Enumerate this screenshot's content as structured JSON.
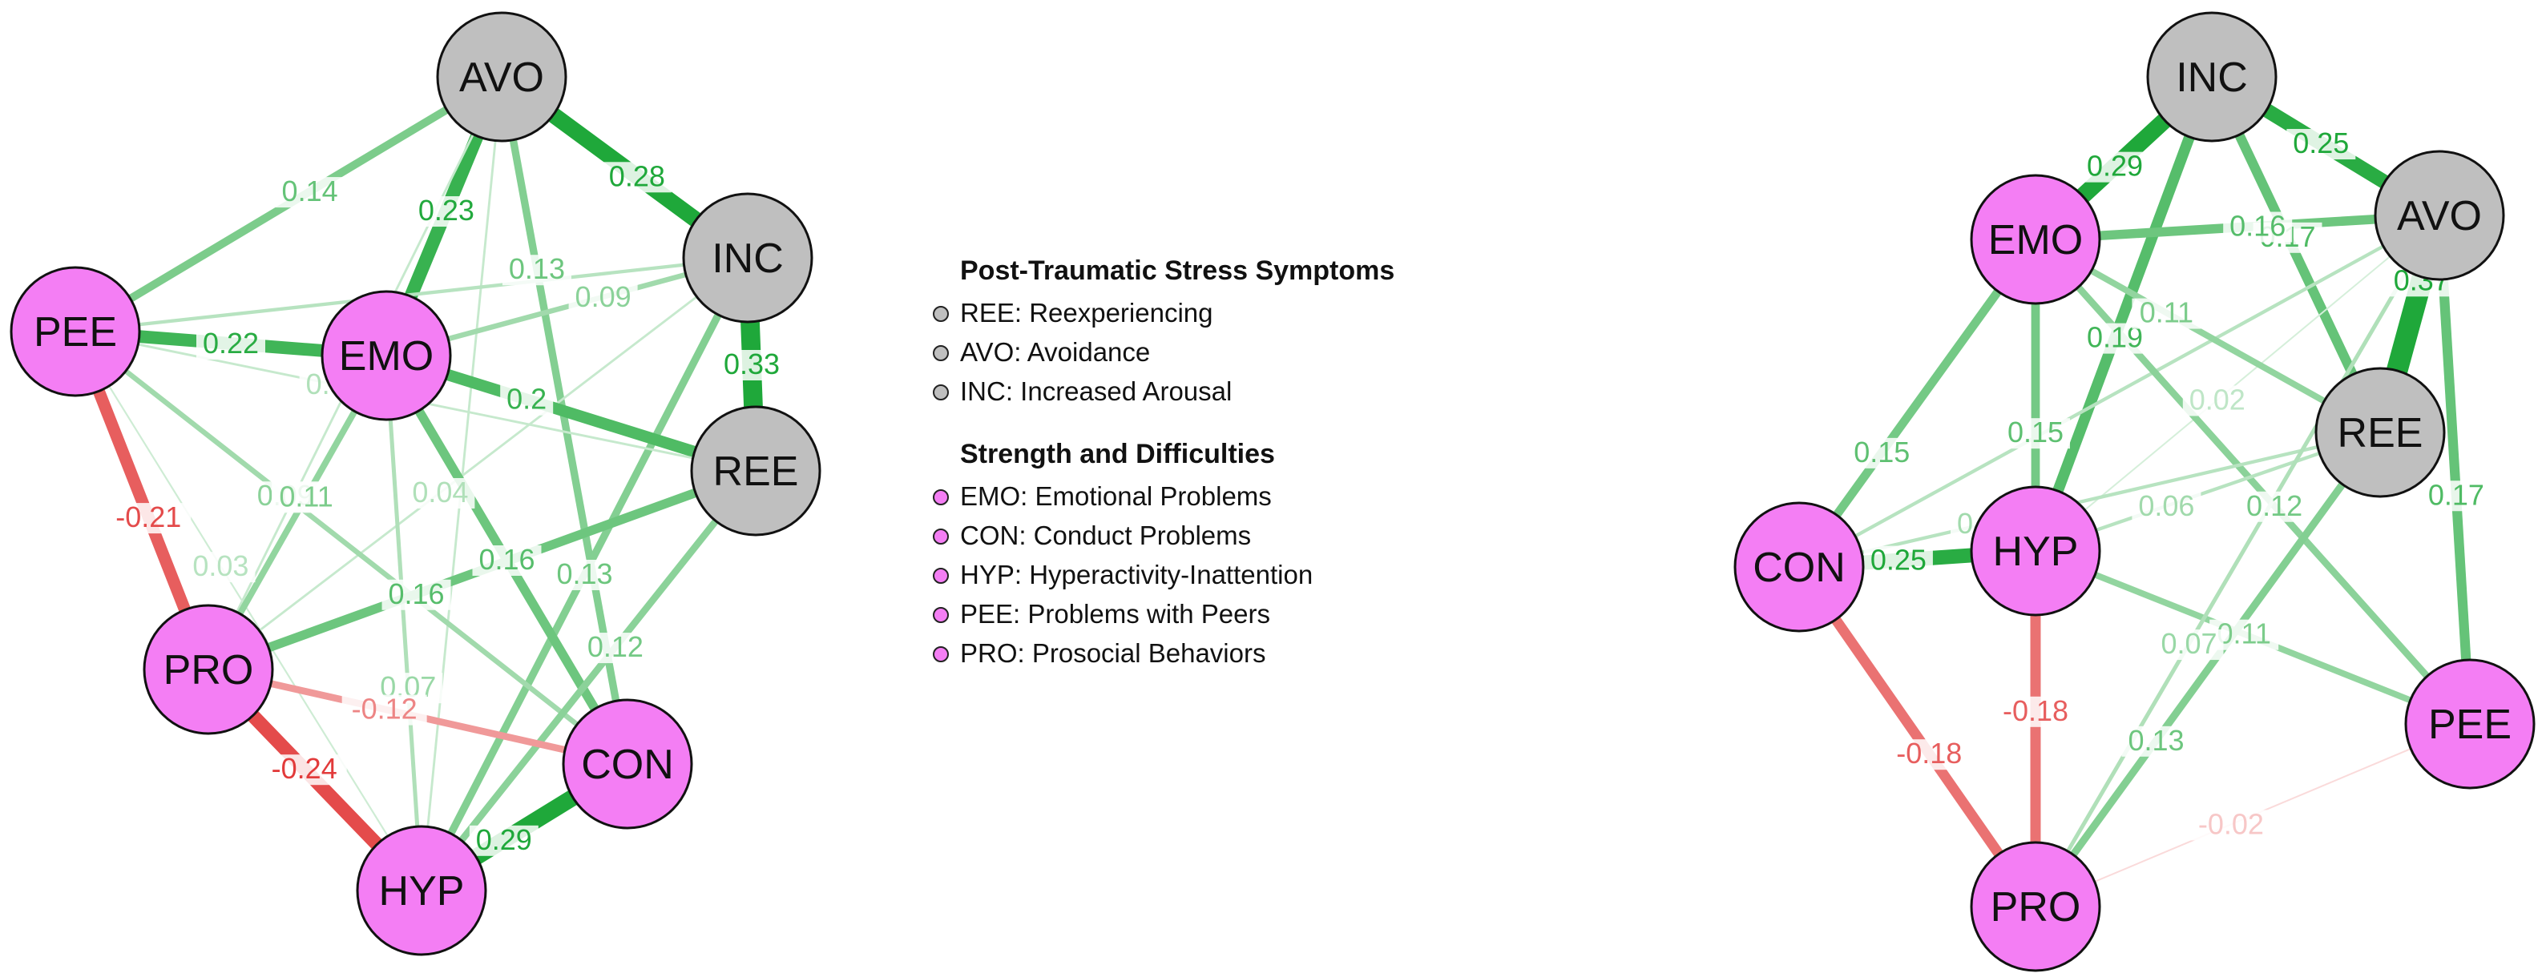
{
  "colors": {
    "pts_node": "#bfbfbf",
    "sdq_node": "#f47ef4",
    "positive_edge": "#1fa83a",
    "negative_edge": "#e23b3b"
  },
  "legend": {
    "groups": [
      {
        "title": "Post-Traumatic Stress Symptoms",
        "color": "#bfbfbf",
        "items": [
          "REE: Reexperiencing",
          "AVO: Avoidance",
          "INC: Increased Arousal"
        ]
      },
      {
        "title": "Strength and Difficulties",
        "color": "#f47ef4",
        "items": [
          "EMO: Emotional Problems",
          "CON: Conduct Problems",
          "HYP: Hyperactivity-Inattention",
          "PEE: Problems with Peers",
          "PRO: Prosocial Behaviors"
        ]
      }
    ]
  },
  "networks": [
    {
      "nodes": [
        {
          "id": "AVO",
          "group": "pts"
        },
        {
          "id": "INC",
          "group": "pts"
        },
        {
          "id": "REE",
          "group": "pts"
        },
        {
          "id": "PEE",
          "group": "sdq"
        },
        {
          "id": "EMO",
          "group": "sdq"
        },
        {
          "id": "PRO",
          "group": "sdq"
        },
        {
          "id": "CON",
          "group": "sdq"
        },
        {
          "id": "HYP",
          "group": "sdq"
        }
      ],
      "edges": [
        {
          "source": "AVO",
          "target": "INC",
          "weight": 0.28,
          "label": "0.28"
        },
        {
          "source": "AVO",
          "target": "EMO",
          "weight": 0.23,
          "label": "0.23"
        },
        {
          "source": "AVO",
          "target": "PEE",
          "weight": 0.14,
          "label": "0.14"
        },
        {
          "source": "AVO",
          "target": "CON",
          "weight": 0.13,
          "label": "0.13"
        },
        {
          "source": "AVO",
          "target": "HYP",
          "weight": 0.04,
          "label": ""
        },
        {
          "source": "AVO",
          "target": "PRO",
          "weight": 0.04,
          "label": ""
        },
        {
          "source": "INC",
          "target": "REE",
          "weight": 0.33,
          "label": "0.33"
        },
        {
          "source": "INC",
          "target": "EMO",
          "weight": 0.09,
          "label": "0.09"
        },
        {
          "source": "INC",
          "target": "PEE",
          "weight": 0.06,
          "label": ""
        },
        {
          "source": "INC",
          "target": "HYP",
          "weight": 0.13,
          "label": "0.13"
        },
        {
          "source": "INC",
          "target": "PRO",
          "weight": 0.04,
          "label": "0.04"
        },
        {
          "source": "PEE",
          "target": "EMO",
          "weight": 0.22,
          "label": "0.22"
        },
        {
          "source": "PEE",
          "target": "PRO",
          "weight": -0.21,
          "label": "-0.21"
        },
        {
          "source": "PEE",
          "target": "CON",
          "weight": 0.09,
          "label": "0.09"
        },
        {
          "source": "PEE",
          "target": "HYP",
          "weight": 0.03,
          "label": "0.03"
        },
        {
          "source": "EMO",
          "target": "REE",
          "weight": 0.2,
          "label": "0.2"
        },
        {
          "source": "EMO",
          "target": "CON",
          "weight": 0.16,
          "label": "0.16"
        },
        {
          "source": "EMO",
          "target": "PRO",
          "weight": 0.11,
          "label": "0.11"
        },
        {
          "source": "EMO",
          "target": "HYP",
          "weight": 0.07,
          "label": "0.07"
        },
        {
          "source": "REE",
          "target": "PRO",
          "weight": 0.16,
          "label": "0.16"
        },
        {
          "source": "REE",
          "target": "HYP",
          "weight": 0.12,
          "label": "0.12"
        },
        {
          "source": "REE",
          "target": "PEE",
          "weight": 0.04,
          "label": "0.04"
        },
        {
          "source": "PRO",
          "target": "HYP",
          "weight": -0.24,
          "label": "-0.24"
        },
        {
          "source": "PRO",
          "target": "CON",
          "weight": -0.12,
          "label": "-0.12"
        },
        {
          "source": "CON",
          "target": "HYP",
          "weight": 0.29,
          "label": "0.29"
        }
      ]
    },
    {
      "nodes": [
        {
          "id": "INC",
          "group": "pts"
        },
        {
          "id": "AVO",
          "group": "pts"
        },
        {
          "id": "REE",
          "group": "pts"
        },
        {
          "id": "EMO",
          "group": "sdq"
        },
        {
          "id": "CON",
          "group": "sdq"
        },
        {
          "id": "HYP",
          "group": "sdq"
        },
        {
          "id": "PEE",
          "group": "sdq"
        },
        {
          "id": "PRO",
          "group": "sdq"
        }
      ],
      "edges": [
        {
          "source": "INC",
          "target": "EMO",
          "weight": 0.29,
          "label": "0.29"
        },
        {
          "source": "INC",
          "target": "AVO",
          "weight": 0.25,
          "label": "0.25"
        },
        {
          "source": "INC",
          "target": "HYP",
          "weight": 0.19,
          "label": "0.19"
        },
        {
          "source": "INC",
          "target": "REE",
          "weight": 0.17,
          "label": "0.17"
        },
        {
          "source": "AVO",
          "target": "EMO",
          "weight": 0.16,
          "label": "0.16"
        },
        {
          "source": "AVO",
          "target": "REE",
          "weight": 0.37,
          "label": "0.37"
        },
        {
          "source": "AVO",
          "target": "PEE",
          "weight": 0.17,
          "label": "0.17"
        },
        {
          "source": "AVO",
          "target": "CON",
          "weight": 0.06,
          "label": ""
        },
        {
          "source": "AVO",
          "target": "HYP",
          "weight": 0.02,
          "label": "0.02"
        },
        {
          "source": "EMO",
          "target": "CON",
          "weight": 0.15,
          "label": "0.15"
        },
        {
          "source": "EMO",
          "target": "HYP",
          "weight": 0.15,
          "label": "0.15"
        },
        {
          "source": "EMO",
          "target": "REE",
          "weight": 0.11,
          "label": "0.11"
        },
        {
          "source": "EMO",
          "target": "PEE",
          "weight": 0.12,
          "label": "0.12"
        },
        {
          "source": "REE",
          "target": "CON",
          "weight": 0.06,
          "label": "0.06"
        },
        {
          "source": "REE",
          "target": "HYP",
          "weight": 0.06,
          "label": "0.06"
        },
        {
          "source": "CON",
          "target": "HYP",
          "weight": 0.25,
          "label": "0.25"
        },
        {
          "source": "CON",
          "target": "PRO",
          "weight": -0.18,
          "label": "-0.18"
        },
        {
          "source": "HYP",
          "target": "PRO",
          "weight": -0.18,
          "label": "-0.18"
        },
        {
          "source": "HYP",
          "target": "PEE",
          "weight": 0.11,
          "label": "0.11"
        },
        {
          "source": "PRO",
          "target": "REE",
          "weight": 0.13,
          "label": "0.13"
        },
        {
          "source": "PRO",
          "target": "PEE",
          "weight": -0.02,
          "label": "-0.02"
        },
        {
          "source": "PRO",
          "target": "AVO",
          "weight": 0.07,
          "label": "0.07"
        }
      ]
    }
  ]
}
